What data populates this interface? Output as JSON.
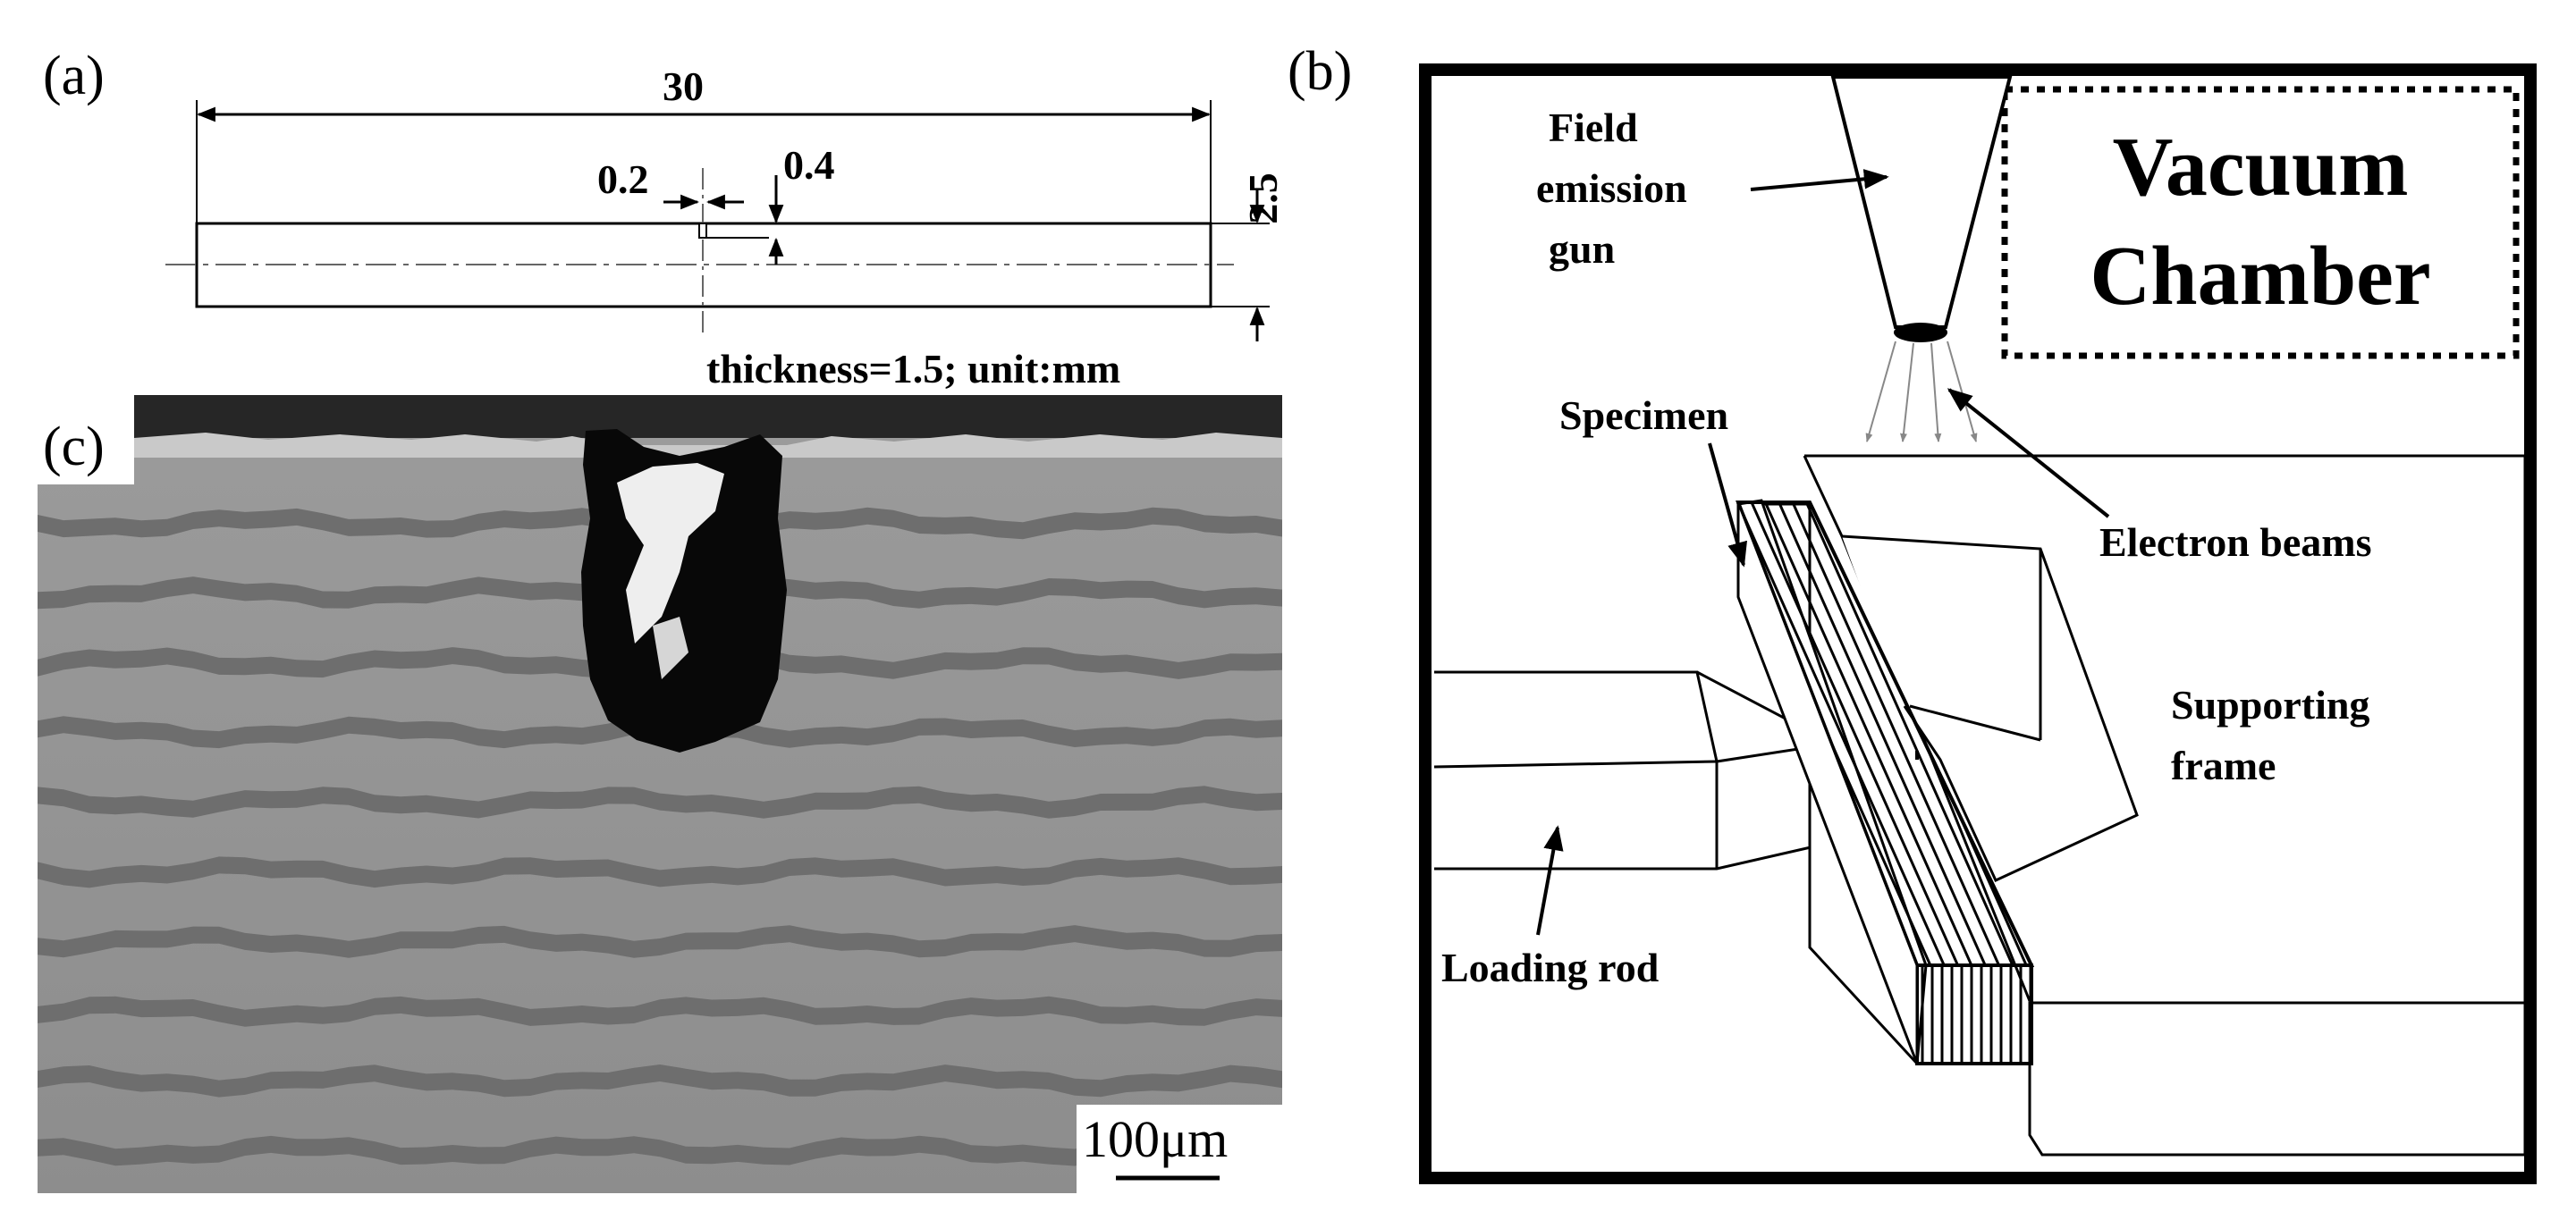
{
  "panel_a": {
    "label": "(a)",
    "dim_length": "30",
    "dim_width": "2.5",
    "dim_notch_width": "0.2",
    "dim_notch_depth": "0.4",
    "note": "thickness=1.5; unit:mm"
  },
  "panel_b": {
    "label": "(b)",
    "chamber_line1": "Vacuum",
    "chamber_line2": "Chamber",
    "gun_line1": "Field",
    "gun_line2": "emission",
    "gun_line3": "gun",
    "specimen": "Specimen",
    "beams": "Electron beams",
    "frame_line1": "Supporting",
    "frame_line2": "frame",
    "rod": "Loading rod"
  },
  "panel_c": {
    "label": "(c)",
    "scale_bar": "100μm"
  }
}
